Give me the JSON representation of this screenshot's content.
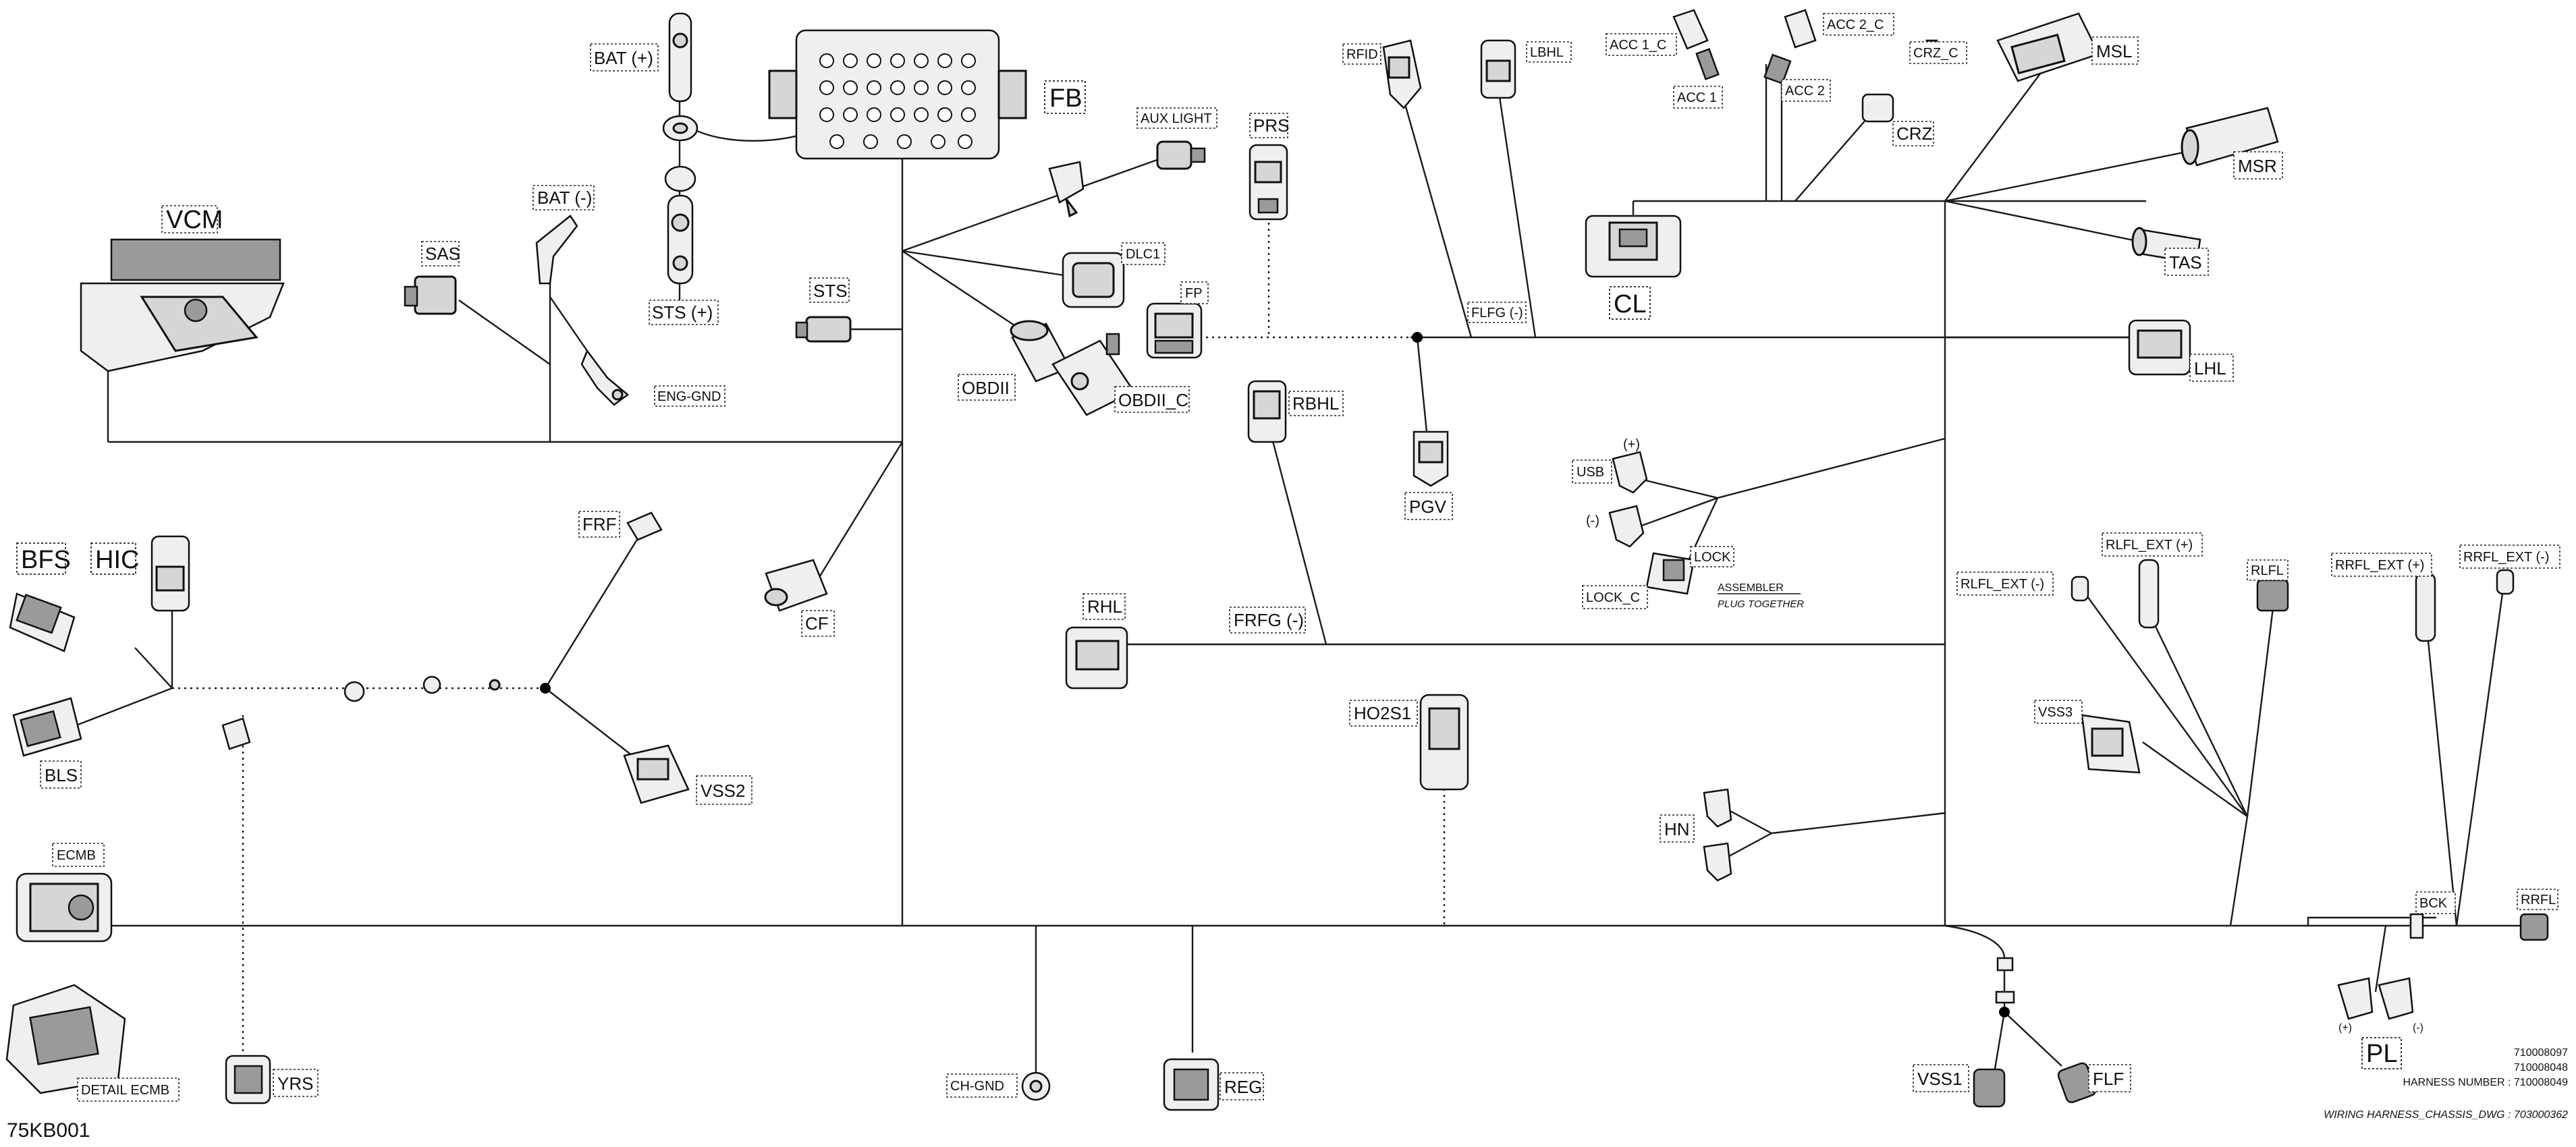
{
  "labels": {
    "vcm": "VCM",
    "bat_pos": "BAT (+)",
    "bat_neg": "BAT (-)",
    "fb": "FB",
    "sas": "SAS",
    "sts_pos": "STS (+)",
    "eng_gnd": "ENG-GND",
    "sts": "STS",
    "aux_light": "AUX LIGHT",
    "prs": "PRS",
    "dlc1": "DLC1",
    "fp": "FP",
    "obdii": "OBDII",
    "obdii_c": "OBDII_C",
    "rbhl": "RBHL",
    "rfid": "RFID",
    "lbhl": "LBHL",
    "flfg": "FLFG (-)",
    "pgv": "PGV",
    "acc1_c": "ACC 1_C",
    "acc1": "ACC 1",
    "acc2_c": "ACC 2_C",
    "acc2": "ACC 2",
    "crz_c": "CRZ_C",
    "crz": "CRZ",
    "msl": "MSL",
    "msr": "MSR",
    "cl": "CL",
    "tas": "TAS",
    "lhl": "LHL",
    "usb": "USB",
    "usb_pos": "(+)",
    "usb_neg": "(-)",
    "lock": "LOCK",
    "lock_c": "LOCK_C",
    "assembler": "ASSEMBLER",
    "plug_together": "PLUG TOGETHER",
    "bfs": "BFS",
    "hic": "HIC",
    "bls": "BLS",
    "frf": "FRF",
    "vss2": "VSS2",
    "cf": "CF",
    "rhl": "RHL",
    "frfg": "FRFG (-)",
    "ho2s1": "HO2S1",
    "hn": "HN",
    "vss3": "VSS3",
    "rlfl_ext_neg": "RLFL_EXT (-)",
    "rlfl_ext_pos": "RLFL_EXT (+)",
    "rlfl": "RLFL",
    "rrfl_ext_pos": "RRFL_EXT (+)",
    "rrfl_ext_neg": "RRFL_EXT (-)",
    "ecmb": "ECMB",
    "detail_ecmb": "DETAIL ECMB",
    "yrs": "YRS",
    "ch_gnd": "CH-GND",
    "reg": "REG",
    "vss1": "VSS1",
    "flf": "FLF",
    "bck": "BCK",
    "rrfl": "RRFL",
    "pl": "PL",
    "pl_pos": "(+)",
    "pl_neg": "(-)"
  },
  "notes": {
    "part_number_1": "710008097",
    "part_number_2": "710008048",
    "harness_number": "HARNESS NUMBER : 710008049",
    "wiring_harness_dwg": "WIRING HARNESS_CHASSIS_DWG : 703000362",
    "figure_ref": "75KB001"
  }
}
